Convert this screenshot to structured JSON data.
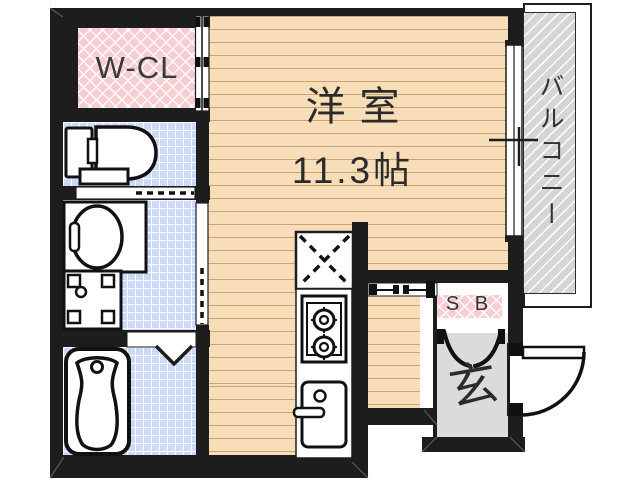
{
  "plan": {
    "rooms": {
      "walk_in_closet": {
        "label": "W-CL"
      },
      "main_room": {
        "name": "洋室",
        "size": "11.3帖"
      },
      "balcony": {
        "label": "バルコニー"
      },
      "shoe_box": {
        "label": "S B"
      },
      "entrance": {
        "label": "玄"
      }
    },
    "fixtures": [
      "toilet",
      "washbasin",
      "washing-machine-pan",
      "bathtub",
      "refrigerator-space",
      "kitchen-stove-2-burner",
      "kitchen-sink",
      "sliding-window",
      "entry-door",
      "shoe-box-double-doors",
      "bathroom-folding-door",
      "sliding-door-closet",
      "sliding-door-washroom",
      "sliding-door-toilet",
      "sliding-door-hall"
    ],
    "colors": {
      "wall": "#1d1d1d",
      "flooring": "#f7deb8",
      "flooring_stripe": "#c9a374",
      "tile_blue": "#ccd9f8",
      "closet_pink": "#f7cdd1",
      "balcony_gray": "#d5d5d5",
      "entrance_gray": "#dbdbdb",
      "text": "#2b2b2b"
    }
  }
}
